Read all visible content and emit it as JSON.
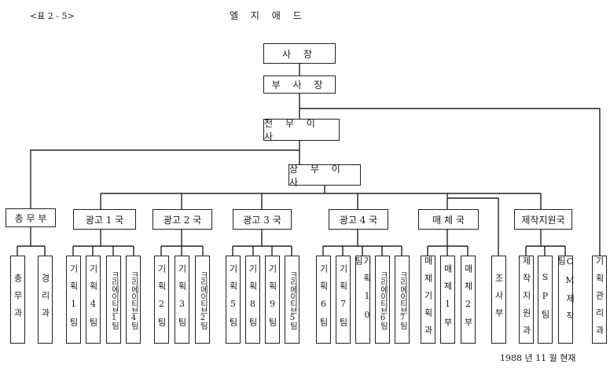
{
  "header": {
    "table_label": "<표 2 - 5>",
    "title": "엘 지 애 드",
    "date_note": "1988 년 11 월  현재"
  },
  "top": [
    "사    장",
    "부 사 장",
    "전 무 이 사",
    "상 무 이 사"
  ],
  "divisions": {
    "chongmu": "총 무 부",
    "ad1": "광고 1 국",
    "ad2": "광고 2 국",
    "ad3": "광고 3 국",
    "ad4": "광고 4 국",
    "media": "매  체  국",
    "prod": "제작지원국"
  },
  "units": {
    "chongmu": [
      "총무과",
      "경리과"
    ],
    "ad1": [
      "기획1팀",
      "기획4팀",
      "크리에이티브1팀",
      "크리에이티브4팀"
    ],
    "ad2": [
      "기획2팀",
      "기획3팀",
      "크리에이티브2팀"
    ],
    "ad3": [
      "기획5팀",
      "기획8팀",
      "기획9팀",
      "크리에이티브5팀"
    ],
    "ad4": [
      "기획6팀",
      "기획7팀",
      "기획10팀",
      "크리에이티브6팀",
      "크리에이티브7팀"
    ],
    "media": [
      "매체기획과",
      "매체1부",
      "매체2부"
    ],
    "research": "조사부",
    "prod": [
      "제작지원과",
      "SP팀",
      "CM제작팀"
    ],
    "planning": "기획관리과"
  }
}
